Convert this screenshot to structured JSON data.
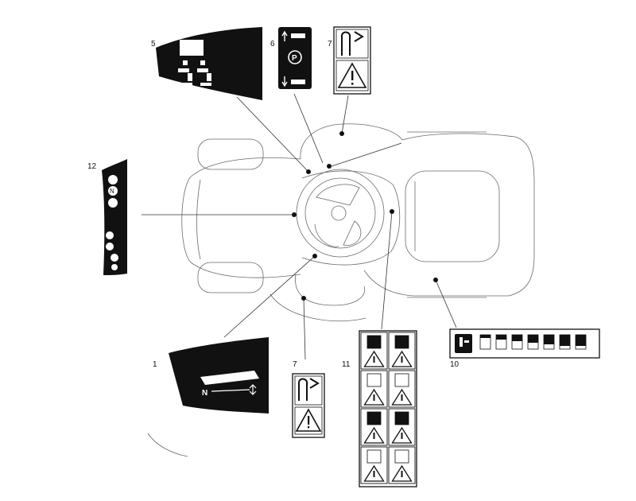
{
  "title": "",
  "callouts": {
    "c1": "1",
    "c5": "5",
    "c6": "6",
    "c7_top": "7",
    "c7_bottom": "7",
    "c10": "10",
    "c11": "11",
    "c12": "12"
  },
  "decal_text": {
    "choke_plate_left": "N"
  },
  "icons": {
    "warning": "warning-triangle-icon",
    "park_brake": "parking-brake-icon",
    "throttle": "throttle-icon"
  },
  "colors": {
    "ink": "#111111",
    "outline": "#6a6a6a",
    "background": "#ffffff"
  }
}
